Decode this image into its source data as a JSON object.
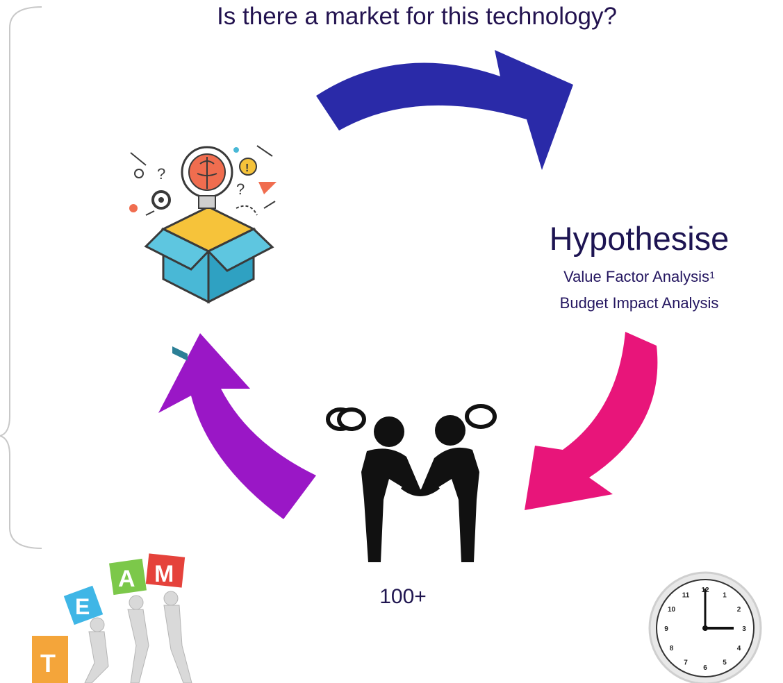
{
  "question": "Is there a market for this technology?",
  "hypothesise": {
    "title": "Hypothesise",
    "line1": "Value Factor Analysis",
    "line1_footnote": "1",
    "line2": "Budget Impact Analysis"
  },
  "count_label": "100+",
  "team_blocks": {
    "t": "T",
    "e": "E",
    "a": "A",
    "m": "M"
  },
  "clock": {
    "numerals": [
      "12",
      "1",
      "2",
      "3",
      "4",
      "5",
      "6",
      "7",
      "8",
      "9",
      "10",
      "11"
    ]
  },
  "colors": {
    "arrow_top": "#2a2aa8",
    "arrow_right": "#e8157a",
    "arrow_left": "#9a17c6",
    "text": "#22124f",
    "bracket": "#c8c8c8"
  },
  "icons": [
    "bracket",
    "idea-box-icon",
    "handshake-people-icon",
    "team-blocks-icon",
    "clock-icon"
  ]
}
